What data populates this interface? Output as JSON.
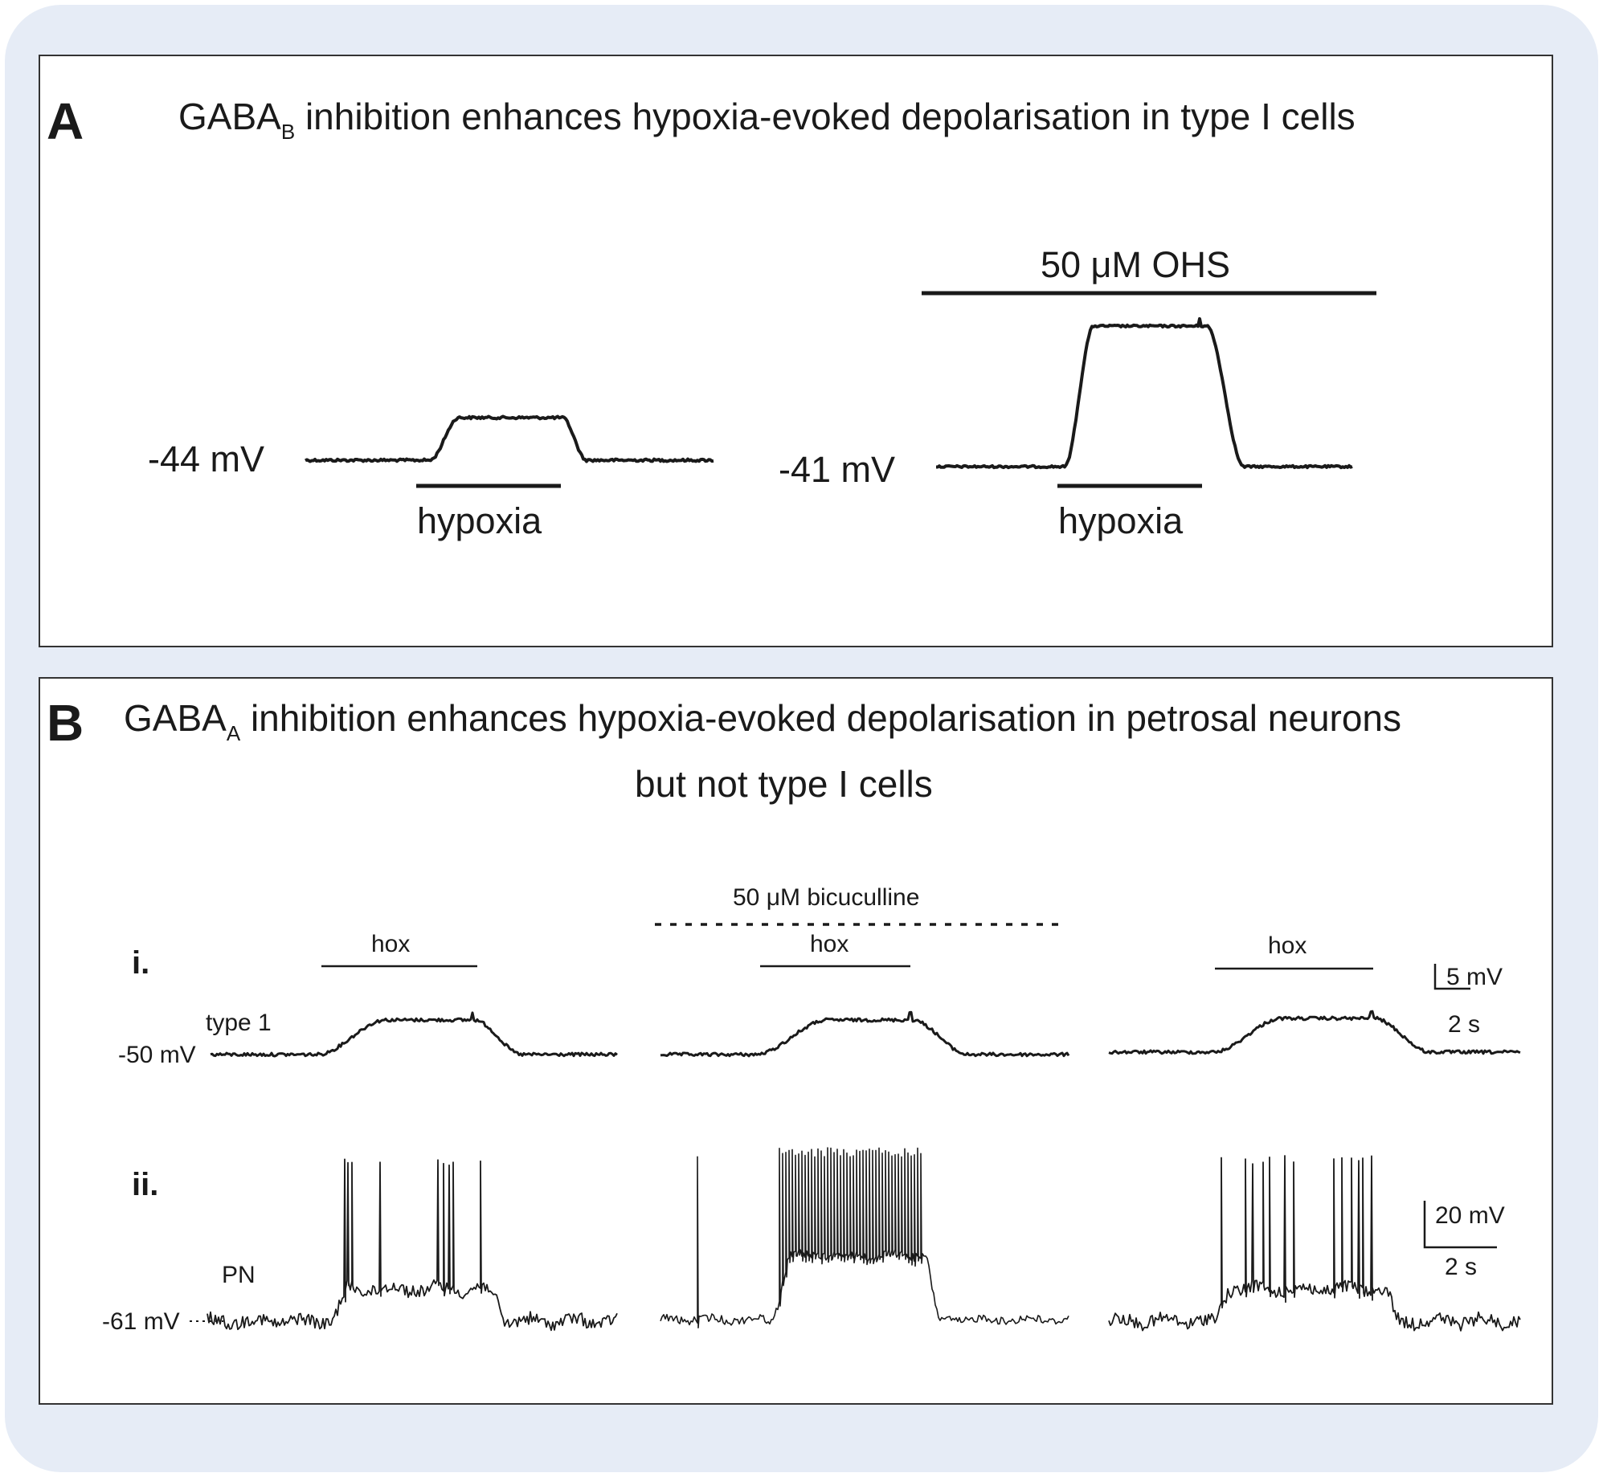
{
  "panel_a": {
    "letter": "A",
    "title_pre": "GABA",
    "title_sub": "B",
    "title_post": " inhibition enhances hypoxia-evoked depolarisation in type I cells",
    "left": {
      "baseline_label": "-44 mV",
      "stimulus_label": "hypoxia"
    },
    "right": {
      "drug_label": "50 μM OHS",
      "baseline_label": "-41 mV",
      "stimulus_label": "hypoxia"
    }
  },
  "panel_b": {
    "letter": "B",
    "title_pre": "GABA",
    "title_sub": "A",
    "title_post": " inhibition enhances hypoxia-evoked depolarisation in petrosal neurons",
    "title_line2": "but not type I cells",
    "drug_label": "50 μM bicuculline",
    "row_i": {
      "numeral": "i.",
      "cell_label": "type 1",
      "baseline_label": "-50 mV",
      "stimulus_labels": [
        "hox",
        "hox",
        "hox"
      ],
      "scale_y": "5 mV",
      "scale_x": "2 s"
    },
    "row_ii": {
      "numeral": "ii.",
      "cell_label": "PN",
      "baseline_label": "-61 mV",
      "scale_y": "20 mV",
      "scale_x": "2 s"
    }
  },
  "colors": {
    "background": "#e6ecf6",
    "trace": "#1a1a1a",
    "panel_border": "#333333"
  }
}
